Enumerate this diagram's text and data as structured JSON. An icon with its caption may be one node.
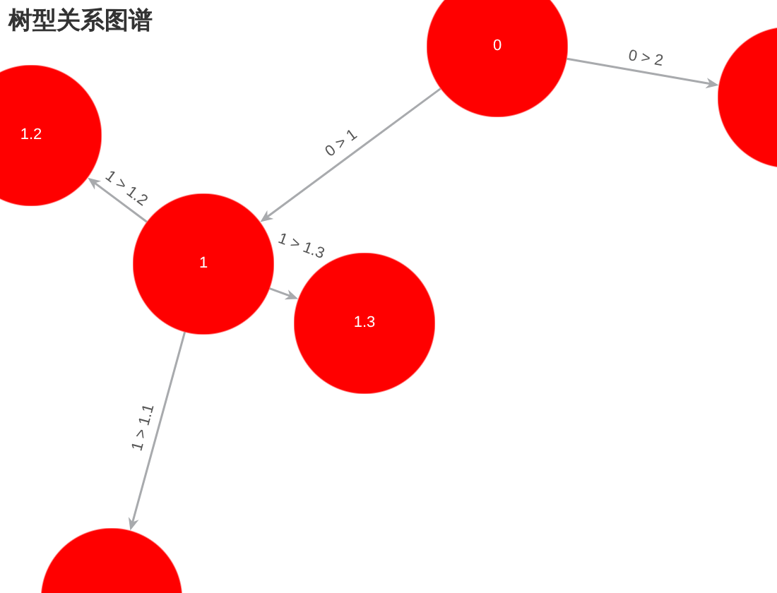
{
  "diagram": {
    "title": "树型关系图谱",
    "nodes": [
      {
        "text": [
          "0"
        ]
      },
      {
        "text": [],
        "shape": "circle"
      },
      {
        "text": [
          "1.2"
        ]
      },
      {
        "text": [
          "1"
        ]
      },
      {
        "text": [
          "1.3"
        ]
      },
      {
        "text": [],
        "shape": "circle"
      }
    ],
    "edges": [
      {
        "from": 0,
        "to": 3,
        "arrow": "to",
        "label": "0 > 1"
      },
      {
        "from": 0,
        "to": 1,
        "arrow": "to",
        "label": "0 > 2"
      },
      {
        "from": 3,
        "to": 2,
        "arrow": "to",
        "label": "1 > 1.2"
      },
      {
        "from": 3,
        "to": 4,
        "arrow": "to",
        "label": "1 > 1.3"
      },
      {
        "from": 3,
        "to": 5,
        "arrow": "to",
        "label": "1 > 1.1"
      }
    ]
  }
}
